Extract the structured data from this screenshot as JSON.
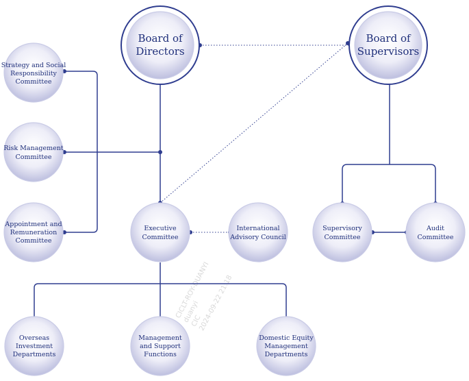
{
  "nodes": {
    "board_of_directors": [
      "Board of",
      "Directors"
    ],
    "board_of_supervisors": [
      "Board of",
      "Supervisors"
    ],
    "strategy_committee": [
      "Strategy and Social",
      "Responsibility",
      "Committee"
    ],
    "risk_committee": [
      "Risk Management",
      "Committee"
    ],
    "appointment_committee": [
      "Appointment and",
      "Remuneration",
      "Committee"
    ],
    "executive_committee": [
      "Executive",
      "Committee"
    ],
    "international_council": [
      "International",
      "Advisory Council"
    ],
    "supervisory_committee": [
      "Supervisory",
      "Committee"
    ],
    "audit_committee": [
      "Audit",
      "Committee"
    ],
    "overseas_departments": [
      "Overseas",
      "Investment",
      "Departments"
    ],
    "management_functions": [
      "Management",
      "and Support",
      "Functions"
    ],
    "domestic_departments": [
      "Domestic Equity",
      "Management",
      "Departments"
    ]
  },
  "watermark": [
    "CICLT-ROY-DUANYI",
    "duanyi",
    "CIC",
    "2024-09-22 21:18"
  ]
}
